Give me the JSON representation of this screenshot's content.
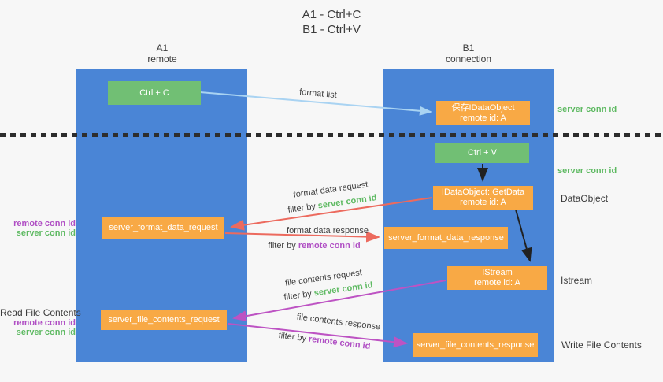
{
  "colors": {
    "column_blue": "#4a85d6",
    "box_green": "#71bf74",
    "box_orange": "#f8a945",
    "arrow_red": "#ec6a5e",
    "arrow_magenta": "#bd53c3",
    "arrow_lightblue": "#a9d3f2",
    "arrow_black": "#212121",
    "text_green": "#5fba63",
    "text_purple": "#b04fc4",
    "text_dark": "#3c3c3c",
    "background": "#f7f7f7"
  },
  "title": {
    "line1": "A1 - Ctrl+C",
    "line2": "B1 - Ctrl+V"
  },
  "columns": {
    "left": {
      "id_label": "A1",
      "sub_label": "remote"
    },
    "right": {
      "id_label": "B1",
      "sub_label": "connection"
    }
  },
  "boxes": {
    "ctrl_c": {
      "label": "Ctrl + C"
    },
    "save_idataobject": {
      "line1": "保存IDataObject",
      "line2": "remote id: A"
    },
    "ctrl_v": {
      "label": "Ctrl + V"
    },
    "getdata": {
      "line1": "IDataObject::GetData",
      "line2": "remote id: A"
    },
    "format_request": {
      "label": "server_format_data_request"
    },
    "format_response": {
      "label": "server_format_data_response"
    },
    "istream": {
      "line1": "IStream",
      "line2": "remote id: A"
    },
    "file_request": {
      "label": "server_file_contents_request"
    },
    "file_response": {
      "label": "server_file_contents_response"
    }
  },
  "flow_labels": {
    "format_list": "format list",
    "format_data_request": "format data request",
    "format_data_response": "format data response",
    "file_contents_request": "file contents request",
    "file_contents_response": "file contents response",
    "filter_by": "filter by",
    "server_conn_id": "server conn id",
    "remote_conn_id": "remote conn id"
  },
  "side_labels": {
    "right_server_conn_id_1": "server conn id",
    "right_server_conn_id_2": "server conn id",
    "dataobject": "DataObject",
    "istream": "Istream",
    "write_file_contents": "Write File Contents",
    "read_file_contents": "Read File Contents",
    "left_remote_conn_id_1": "remote conn id",
    "left_server_conn_id_1": "server conn id",
    "left_remote_conn_id_2": "remote conn id",
    "left_server_conn_id_2": "server conn id"
  }
}
